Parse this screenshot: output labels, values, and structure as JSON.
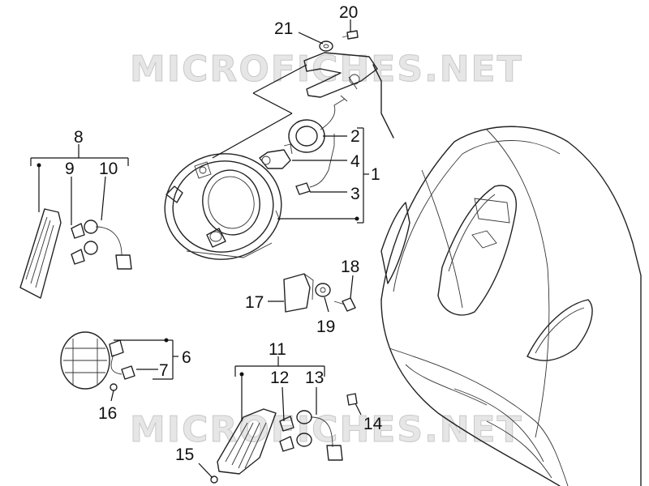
{
  "watermarks": [
    "MICROFICHES.NET",
    "MICROFICHES.NET"
  ],
  "callouts": {
    "c1": "1",
    "c2": "2",
    "c3": "3",
    "c4": "4",
    "c6": "6",
    "c7": "7",
    "c8": "8",
    "c9": "9",
    "c10": "10",
    "c11": "11",
    "c12": "12",
    "c13": "13",
    "c14": "14",
    "c15": "15",
    "c16": "16",
    "c17": "17",
    "c18": "18",
    "c19": "19",
    "c20": "20",
    "c21": "21"
  }
}
